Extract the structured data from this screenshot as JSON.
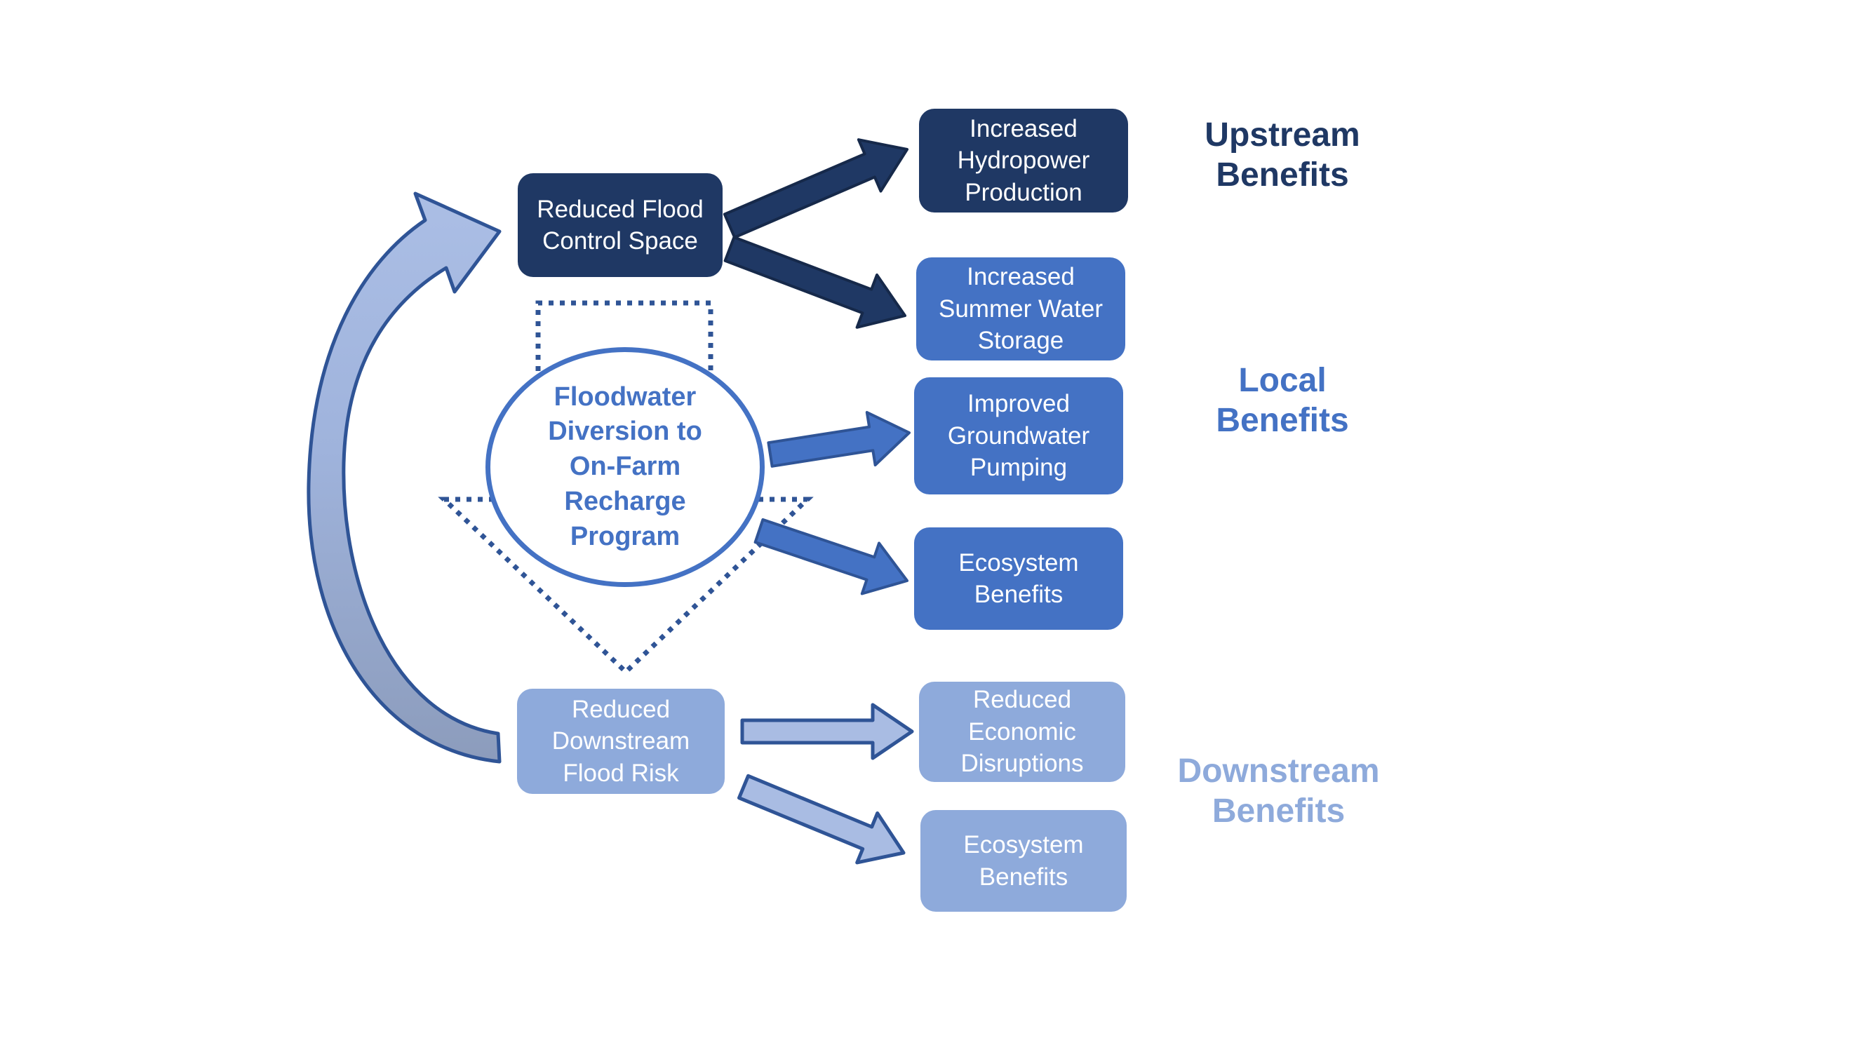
{
  "colors": {
    "dark_navy": "#1F3864",
    "medium_blue": "#4472C4",
    "light_blue": "#8EAADB",
    "outline_blue": "#2F5496",
    "arrow_light_fill": "#A9BCE3",
    "curve_tail_gray": "#8C9CBC"
  },
  "center_node": {
    "label": "Floodwater\nDiversion to\nOn-Farm\nRecharge\nProgram"
  },
  "nodes": {
    "reduced_flood_control": {
      "label": "Reduced Flood\nControl Space"
    },
    "reduced_downstream": {
      "label": "Reduced\nDownstream\nFlood Risk"
    },
    "hydropower": {
      "label": "Increased\nHydropower\nProduction"
    },
    "summer_storage": {
      "label": "Increased\nSummer Water\nStorage"
    },
    "groundwater": {
      "label": "Improved\nGroundwater\nPumping"
    },
    "ecosystem_local": {
      "label": "Ecosystem\nBenefits"
    },
    "economic": {
      "label": "Reduced\nEconomic\nDisruptions"
    },
    "ecosystem_downstream": {
      "label": "Ecosystem\nBenefits"
    }
  },
  "group_labels": {
    "upstream": "Upstream\nBenefits",
    "local": "Local\nBenefits",
    "downstream": "Downstream\nBenefits"
  }
}
